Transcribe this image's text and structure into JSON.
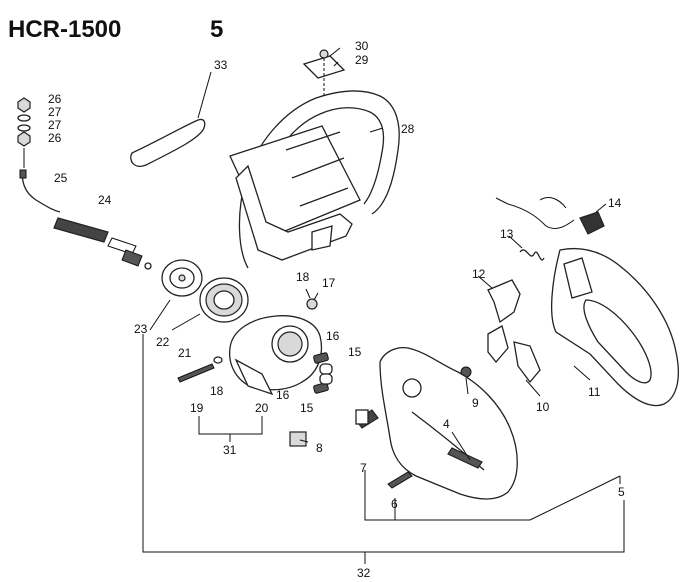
{
  "header": {
    "model": "HCR-1500",
    "page": "5"
  },
  "callouts": [
    "33",
    "30",
    "29",
    "28",
    "26",
    "27",
    "27",
    "26",
    "25",
    "24",
    "14",
    "13",
    "12",
    "18",
    "17",
    "16",
    "15",
    "16",
    "15",
    "23",
    "22",
    "21",
    "18",
    "19",
    "20",
    "31",
    "9",
    "10",
    "11",
    "4",
    "8",
    "7",
    "6",
    "5",
    "32"
  ]
}
